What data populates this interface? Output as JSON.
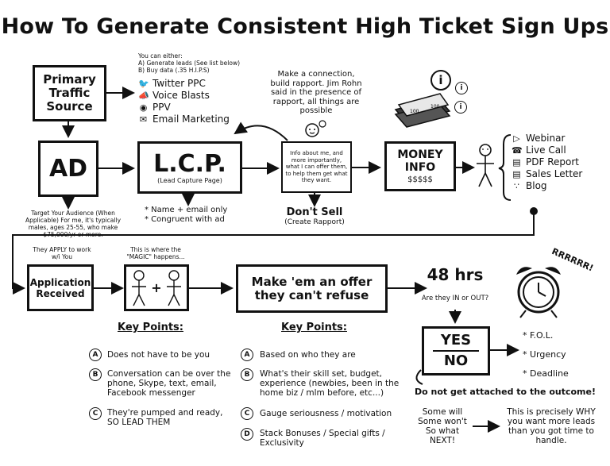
{
  "title": "How To Generate Consistent High Ticket Sign Ups",
  "primary": {
    "label": "Primary Traffic Source"
  },
  "either": {
    "intro": "You can either:",
    "opt_a": "A) Generate leads (See list below)",
    "opt_b": "B) Buy data (.35 H.I.P.S)"
  },
  "traffic_list": [
    {
      "icon": "twitter-icon",
      "label": "Twitter PPC"
    },
    {
      "icon": "megaphone-icon",
      "label": "Voice Blasts"
    },
    {
      "icon": "target-icon",
      "label": "PPV"
    },
    {
      "icon": "email-icon",
      "label": "Email Marketing"
    }
  ],
  "rapport_quote": "Make a connection, build rapport. Jim Rohn said in the presence of rapport, all things are possible",
  "ad": {
    "label": "AD"
  },
  "ad_note": "Target Your Audience (When Applicable) For me, it's typically males, ages 25-55, who make $75,000/yr or more.",
  "lcp": {
    "label": "L.C.P.",
    "sub": "(Lead Capture Page)"
  },
  "lcp_notes": [
    "* Name + email only",
    "* Congruent with ad"
  ],
  "info_box": "Info about me, and more importantly, what I can offer them, to help them get what they want.",
  "dont_sell": {
    "title": "Don't Sell",
    "sub": "(Create Rapport)"
  },
  "money": {
    "title": "MONEY INFO",
    "sub": "$$$$$"
  },
  "cash_labels": [
    "100",
    "100"
  ],
  "info_icon_letter": "i",
  "content_list": [
    {
      "icon": "video-icon",
      "label": "Webinar"
    },
    {
      "icon": "phone-icon",
      "label": "Live Call"
    },
    {
      "icon": "pdf-icon",
      "label": "PDF Report"
    },
    {
      "icon": "letter-icon",
      "label": "Sales Letter"
    },
    {
      "icon": "rss-icon",
      "label": "Blog"
    }
  ],
  "apply_note": "They APPLY to work w/i You",
  "application": {
    "label": "Application Received"
  },
  "magic_note": "This is where the \"MAGIC\" happens...",
  "plus": "+",
  "offer": {
    "label": "Make 'em an offer they can't refuse"
  },
  "hrs": {
    "title": "48 hrs",
    "question": "Are they IN or OUT?"
  },
  "alarm_sound": "RRRRRR!",
  "yes_no": {
    "yes": "YES",
    "no": "NO"
  },
  "closing_points": [
    "* F.O.L.",
    "* Urgency",
    "* Deadline"
  ],
  "attached": "Do not get attached to the outcome!",
  "some_will": "Some will Some won't So what NEXT!",
  "precisely": "This is precisely WHY you want more leads than you got time to handle.",
  "key_points_left": {
    "heading": "Key Points:",
    "items": [
      {
        "letter": "A",
        "text": "Does not have to be you"
      },
      {
        "letter": "B",
        "text": "Conversation can be over the phone, Skype, text, email, Facebook messenger"
      },
      {
        "letter": "C",
        "text": "They're pumped and ready, SO LEAD THEM"
      }
    ]
  },
  "key_points_right": {
    "heading": "Key Points:",
    "items": [
      {
        "letter": "A",
        "text": "Based on who they are"
      },
      {
        "letter": "B",
        "text": "What's their skill set, budget, experience (newbies, been in the home biz / mlm before, etc...)"
      },
      {
        "letter": "C",
        "text": "Gauge seriousness / motivation"
      },
      {
        "letter": "D",
        "text": "Stack Bonuses / Special gifts / Exclusivity"
      }
    ]
  }
}
